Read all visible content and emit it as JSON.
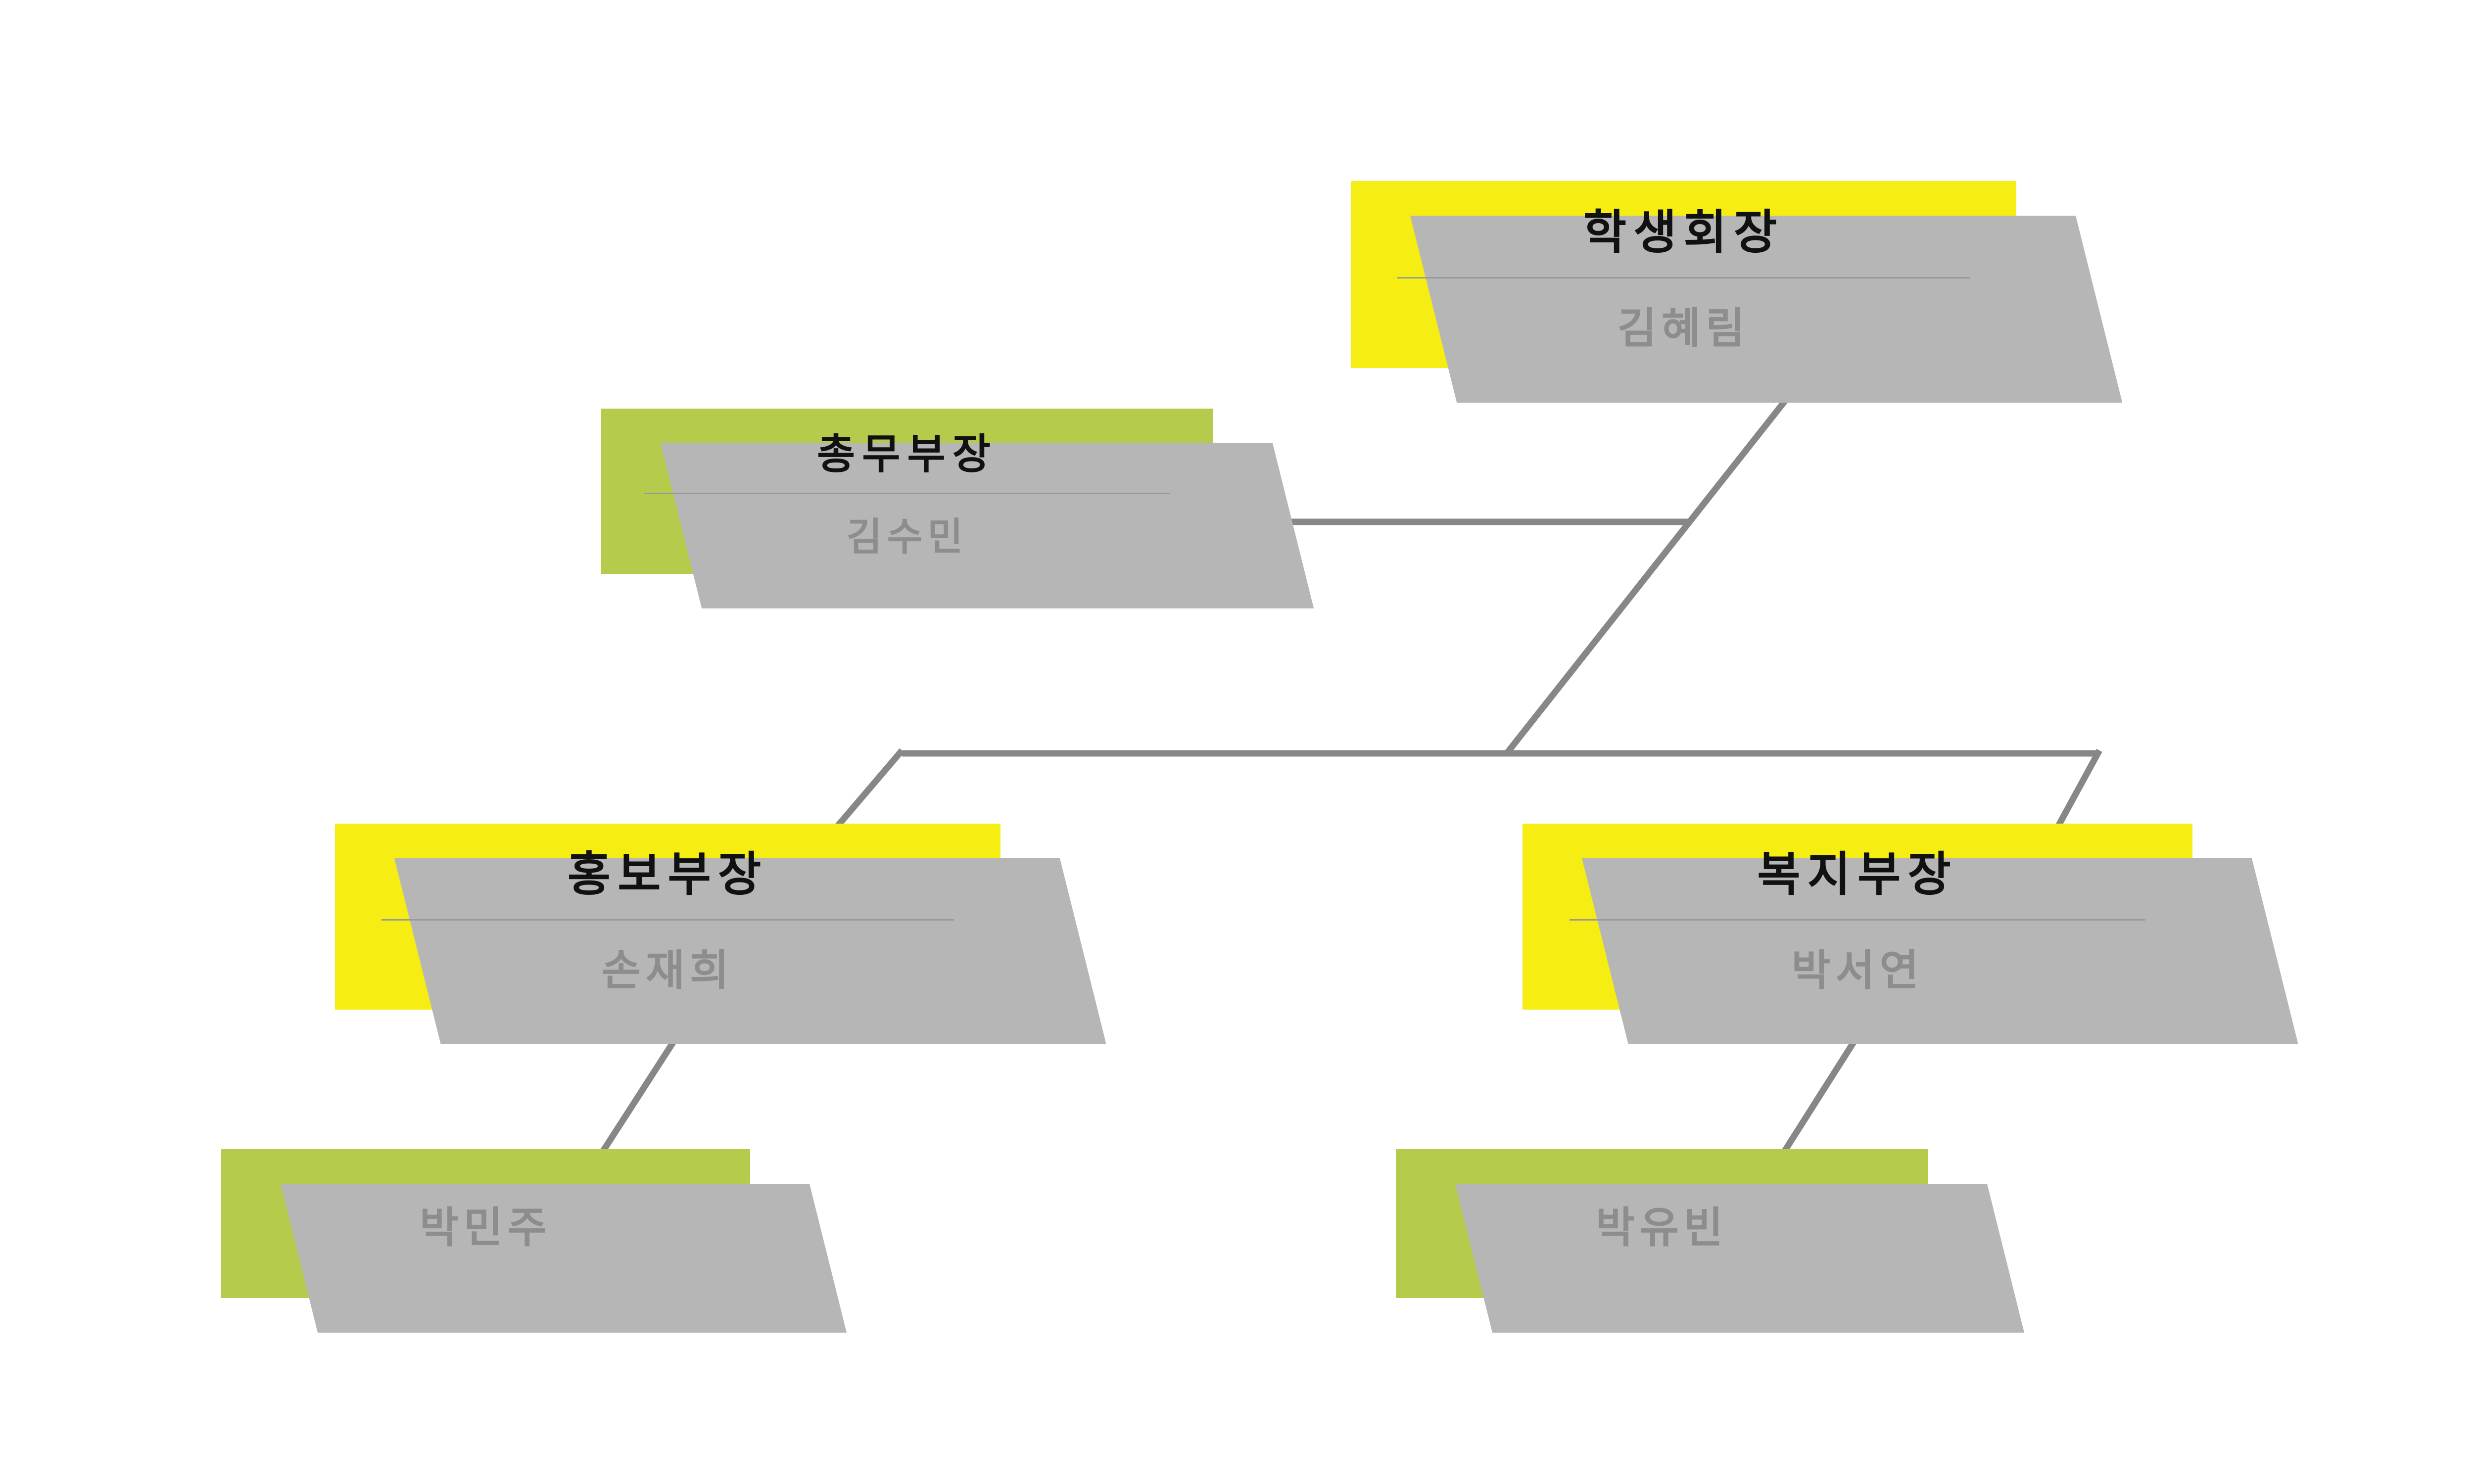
{
  "nodes": {
    "president": {
      "title": "학생회장",
      "name": "김혜림",
      "variant": "yellow"
    },
    "general_affairs": {
      "title": "총무부장",
      "name": "김수민",
      "variant": "green"
    },
    "publicity": {
      "title": "홍보부장",
      "name": "손재희",
      "variant": "yellow"
    },
    "welfare": {
      "title": "복지부장",
      "name": "박서연",
      "variant": "yellow"
    },
    "member_left": {
      "name": "박민주",
      "variant": "green"
    },
    "member_right": {
      "name": "박유빈",
      "variant": "green"
    }
  },
  "edges": [
    {
      "from": "학생회장",
      "to": "총무부장"
    },
    {
      "from": "학생회장",
      "to": "홍보부장"
    },
    {
      "from": "학생회장",
      "to": "복지부장"
    },
    {
      "from": "홍보부장",
      "to": "박민주"
    },
    {
      "from": "복지부장",
      "to": "박유빈"
    }
  ],
  "colors": {
    "yellow_box": "#F6ED13",
    "green_box": "#B5CB4B",
    "shadow": "#B6B6B6",
    "connector": "#878787",
    "title_text": "#111111",
    "name_text": "#8D8D8D",
    "background": "#FFFFFF"
  }
}
